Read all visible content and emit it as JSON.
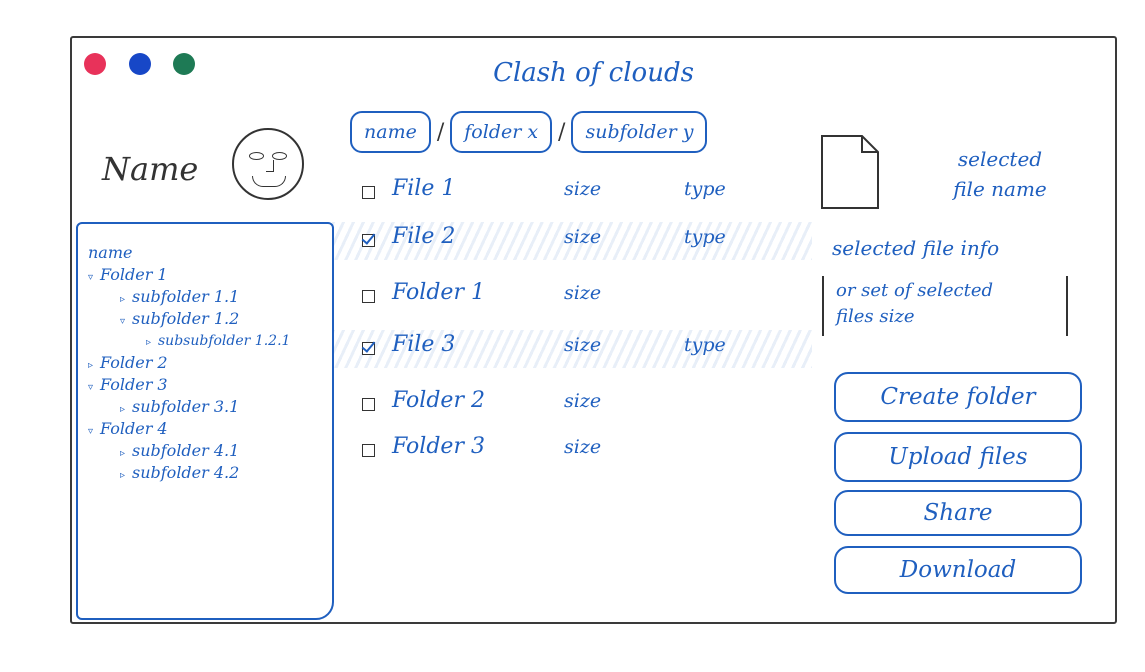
{
  "window": {
    "title": "Clash of clouds"
  },
  "profile": {
    "name": "Name"
  },
  "tree": {
    "root": "name",
    "nodes": [
      {
        "label": "Folder 1",
        "state": "expanded"
      },
      {
        "label": "subfolder 1.1",
        "state": "collapsed"
      },
      {
        "label": "subfolder 1.2",
        "state": "expanded"
      },
      {
        "label": "subsubfolder 1.2.1",
        "state": "collapsed"
      },
      {
        "label": "Folder 2",
        "state": "collapsed"
      },
      {
        "label": "Folder 3",
        "state": "expanded"
      },
      {
        "label": "subfolder 3.1",
        "state": "collapsed"
      },
      {
        "label": "Folder 4",
        "state": "expanded"
      },
      {
        "label": "subfolder 4.1",
        "state": "collapsed"
      },
      {
        "label": "subfolder 4.2",
        "state": "collapsed"
      }
    ]
  },
  "breadcrumb": {
    "items": [
      "name",
      "folder x",
      "subfolder y"
    ],
    "separator": "/"
  },
  "files": {
    "rows": [
      {
        "name": "File 1",
        "size": "size",
        "type": "type",
        "checked": false
      },
      {
        "name": "File 2",
        "size": "size",
        "type": "type",
        "checked": true
      },
      {
        "name": "Folder 1",
        "size": "size",
        "type": "",
        "checked": false
      },
      {
        "name": "File 3",
        "size": "size",
        "type": "type",
        "checked": true
      },
      {
        "name": "Folder 2",
        "size": "size",
        "type": "",
        "checked": false
      },
      {
        "name": "Folder 3",
        "size": "size",
        "type": "",
        "checked": false
      }
    ]
  },
  "details": {
    "selected_label_1": "selected",
    "selected_label_2": "file name",
    "info": "selected file info",
    "size_line_1": "or set of selected",
    "size_line_2": "files size"
  },
  "actions": {
    "create": "Create folder",
    "upload": "Upload files",
    "share": "Share",
    "download": "Download"
  },
  "colors": {
    "accent": "#1f5fbf",
    "close": "#e8325a",
    "minimize": "#1747c7",
    "maximize": "#1e7a55"
  },
  "icons": {
    "expanded": "triangle-down-icon",
    "collapsed": "triangle-right-icon",
    "file": "document-icon"
  }
}
